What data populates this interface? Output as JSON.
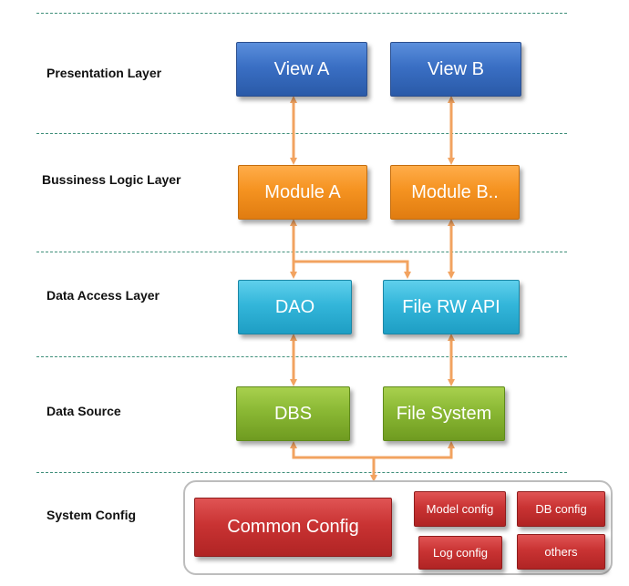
{
  "layers": {
    "presentation": "Presentation Layer",
    "business": "Bussiness Logic Layer",
    "data_access": "Data Access Layer",
    "data_source": "Data Source",
    "system_config": "System Config"
  },
  "boxes": {
    "view_a": "View A",
    "view_b": "View B",
    "module_a": "Module A",
    "module_b": "Module B..",
    "dao": "DAO",
    "file_rw_api": "File RW API",
    "dbs": "DBS",
    "file_system": "File System",
    "common_config": "Common Config",
    "model_config": "Model config",
    "db_config": "DB config",
    "log_config": "Log config",
    "others": "others"
  },
  "colors": {
    "presentation": "#3a6fc4",
    "business": "#f59321",
    "data_access": "#33b6da",
    "data_source": "#8ab834",
    "config": "#c93333",
    "arrow": "#f2a360",
    "divider": "#3f8f7a"
  }
}
